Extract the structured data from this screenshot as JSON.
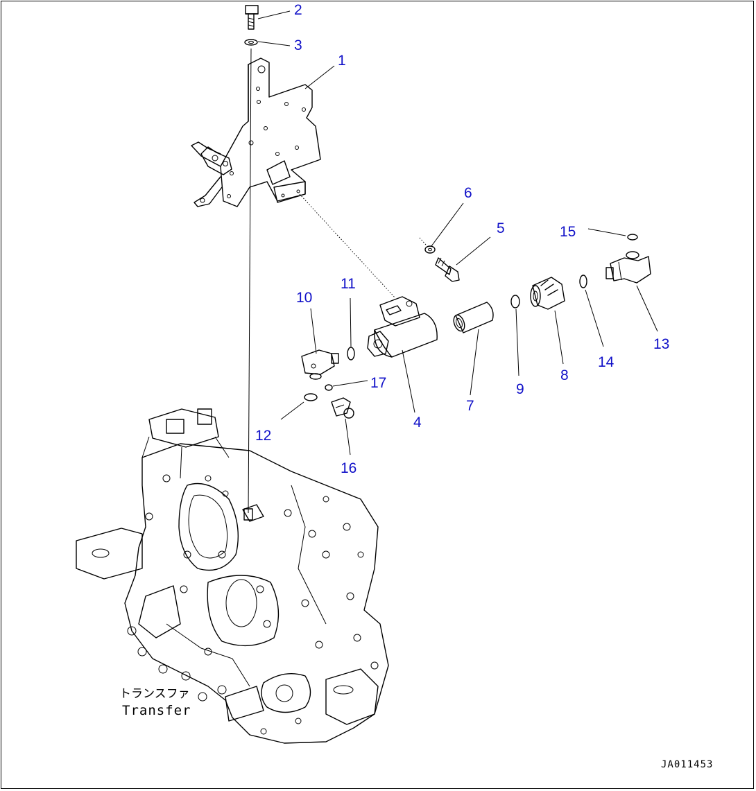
{
  "callouts": {
    "c1": "1",
    "c2": "2",
    "c3": "3",
    "c4": "4",
    "c5": "5",
    "c6": "6",
    "c7": "7",
    "c8": "8",
    "c9": "9",
    "c10": "10",
    "c11": "11",
    "c12": "12",
    "c13": "13",
    "c14": "14",
    "c15": "15",
    "c16": "16",
    "c17": "17"
  },
  "labels": {
    "transfer_jp": "トランスファ",
    "transfer_en": "Transfer"
  },
  "drawing_code": "JA011453",
  "colors": {
    "callout": "#1010c8",
    "line": "#000000",
    "background": "#ffffff"
  }
}
